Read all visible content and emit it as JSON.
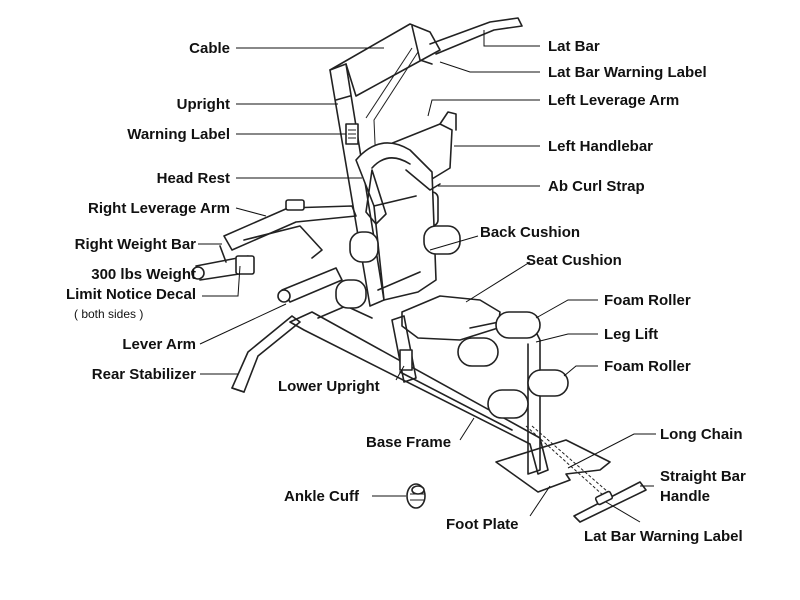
{
  "labels": {
    "cable": "Cable",
    "upright": "Upright",
    "warning_label": "Warning Label",
    "head_rest": "Head Rest",
    "right_leverage_arm": "Right Leverage Arm",
    "right_weight_bar": "Right Weight Bar",
    "weight_limit_line1": "300 lbs Weight",
    "weight_limit_line2": "Limit Notice Decal",
    "weight_limit_line3": "( both sides )",
    "lever_arm": "Lever Arm",
    "rear_stabilizer": "Rear Stabilizer",
    "lower_upright": "Lower Upright",
    "base_frame": "Base Frame",
    "ankle_cuff": "Ankle Cuff",
    "foot_plate": "Foot Plate",
    "lat_bar": "Lat Bar",
    "lat_bar_warning_label_top": "Lat Bar Warning Label",
    "left_leverage_arm": "Left Leverage Arm",
    "left_handlebar": "Left Handlebar",
    "ab_curl_strap": "Ab Curl Strap",
    "back_cushion": "Back Cushion",
    "seat_cushion": "Seat Cushion",
    "foam_roller_upper": "Foam Roller",
    "leg_lift": "Leg Lift",
    "foam_roller_lower": "Foam Roller",
    "long_chain": "Long Chain",
    "straight_bar_handle_line1": "Straight  Bar",
    "straight_bar_handle_line2": "Handle",
    "lat_bar_warning_label_bottom": "Lat Bar Warning Label"
  }
}
